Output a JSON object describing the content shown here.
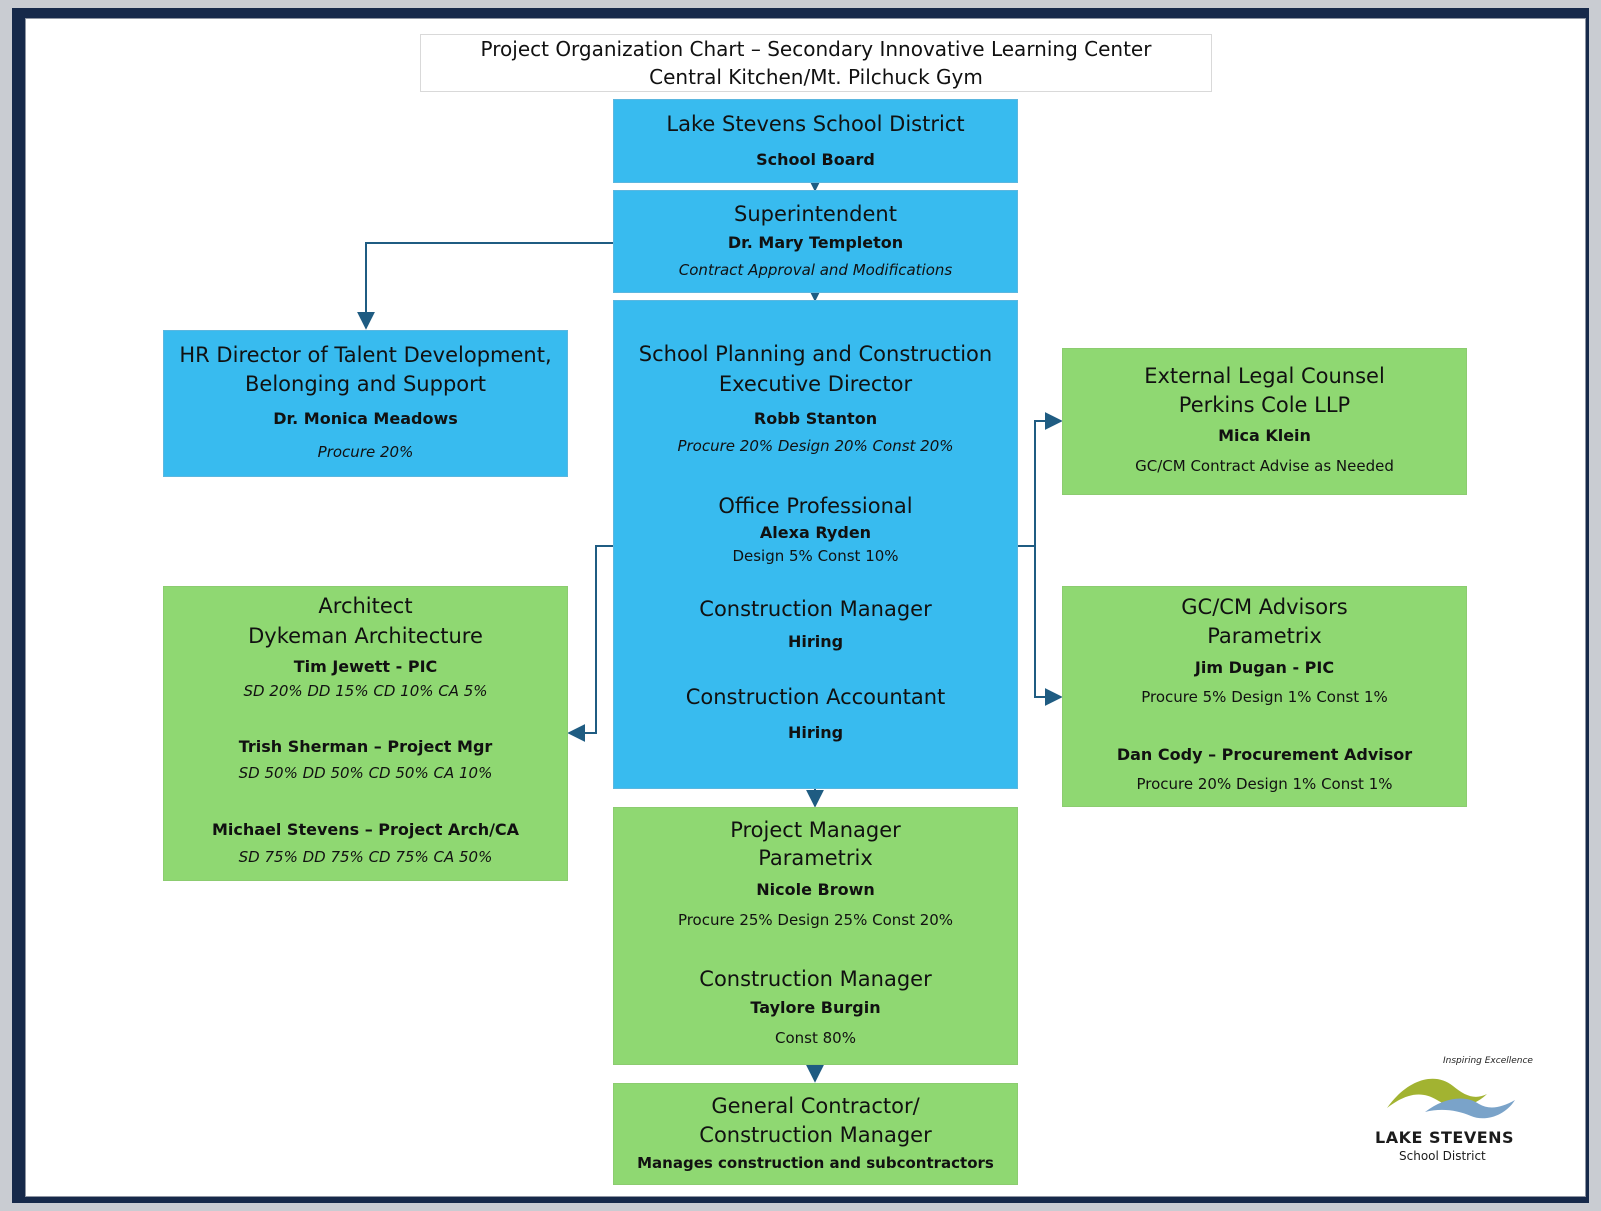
{
  "title": {
    "line1": "Project Organization Chart – Secondary Innovative Learning Center",
    "line2": "Central Kitchen/Mt. Pilchuck Gym"
  },
  "district": {
    "title": "Lake Stevens School District",
    "name": "School Board"
  },
  "superintendent": {
    "title": "Superintendent",
    "name": "Dr. Mary Templeton",
    "role": "Contract Approval and Modifications"
  },
  "hr": {
    "title1": "HR Director of Talent Development,",
    "title2": "Belonging and Support",
    "name": "Dr. Monica Meadows",
    "alloc": "Procure 20%"
  },
  "center": {
    "exec_title1": "School Planning and Construction",
    "exec_title2": "Executive Director",
    "exec_name": "Robb Stanton",
    "exec_alloc": "Procure 20%  Design 20%  Const 20%",
    "office_title": "Office Professional",
    "office_name": "Alexa Ryden",
    "office_alloc": "Design 5%  Const 10%",
    "cm_title": "Construction Manager",
    "cm_name": "Hiring",
    "acct_title": "Construction Accountant",
    "acct_name": "Hiring"
  },
  "legal": {
    "title1": "External Legal Counsel",
    "title2": "Perkins Cole LLP",
    "name": "Mica Klein",
    "role": "GC/CM Contract Advise as Needed"
  },
  "advisors": {
    "title1": "GC/CM Advisors",
    "title2": "Parametrix",
    "name1": "Jim Dugan - PIC",
    "alloc1": "Procure 5%  Design 1%  Const 1%",
    "name2": "Dan Cody – Procurement Advisor",
    "alloc2": "Procure 20%  Design 1%  Const 1%"
  },
  "architect": {
    "title1": "Architect",
    "title2": "Dykeman Architecture",
    "name1": "Tim Jewett - PIC",
    "alloc1": "SD 20%  DD 15%  CD 10%  CA 5%",
    "name2": "Trish Sherman – Project Mgr",
    "alloc2": "SD 50%  DD 50%  CD 50%  CA 10%",
    "name3": "Michael Stevens – Project Arch/CA",
    "alloc3": "SD 75%  DD 75%  CD 75%  CA 50%"
  },
  "pm": {
    "title1": "Project Manager",
    "title2": "Parametrix",
    "name1": "Nicole Brown",
    "alloc1": "Procure 25%  Design 25%  Const 20%",
    "title3": "Construction Manager",
    "name2": "Taylore Burgin",
    "alloc2": "Const 80%"
  },
  "gc": {
    "title1": "General Contractor/",
    "title2": "Construction Manager",
    "role": "Manages construction and subcontractors"
  },
  "logo": {
    "tagline": "Inspiring Excellence",
    "name": "LAKE STEVENS",
    "sub": "School District"
  },
  "colors": {
    "frame": "#16294a",
    "blue_box": "#38bbef",
    "green_box": "#8fd872",
    "connector": "#1f5c82"
  }
}
